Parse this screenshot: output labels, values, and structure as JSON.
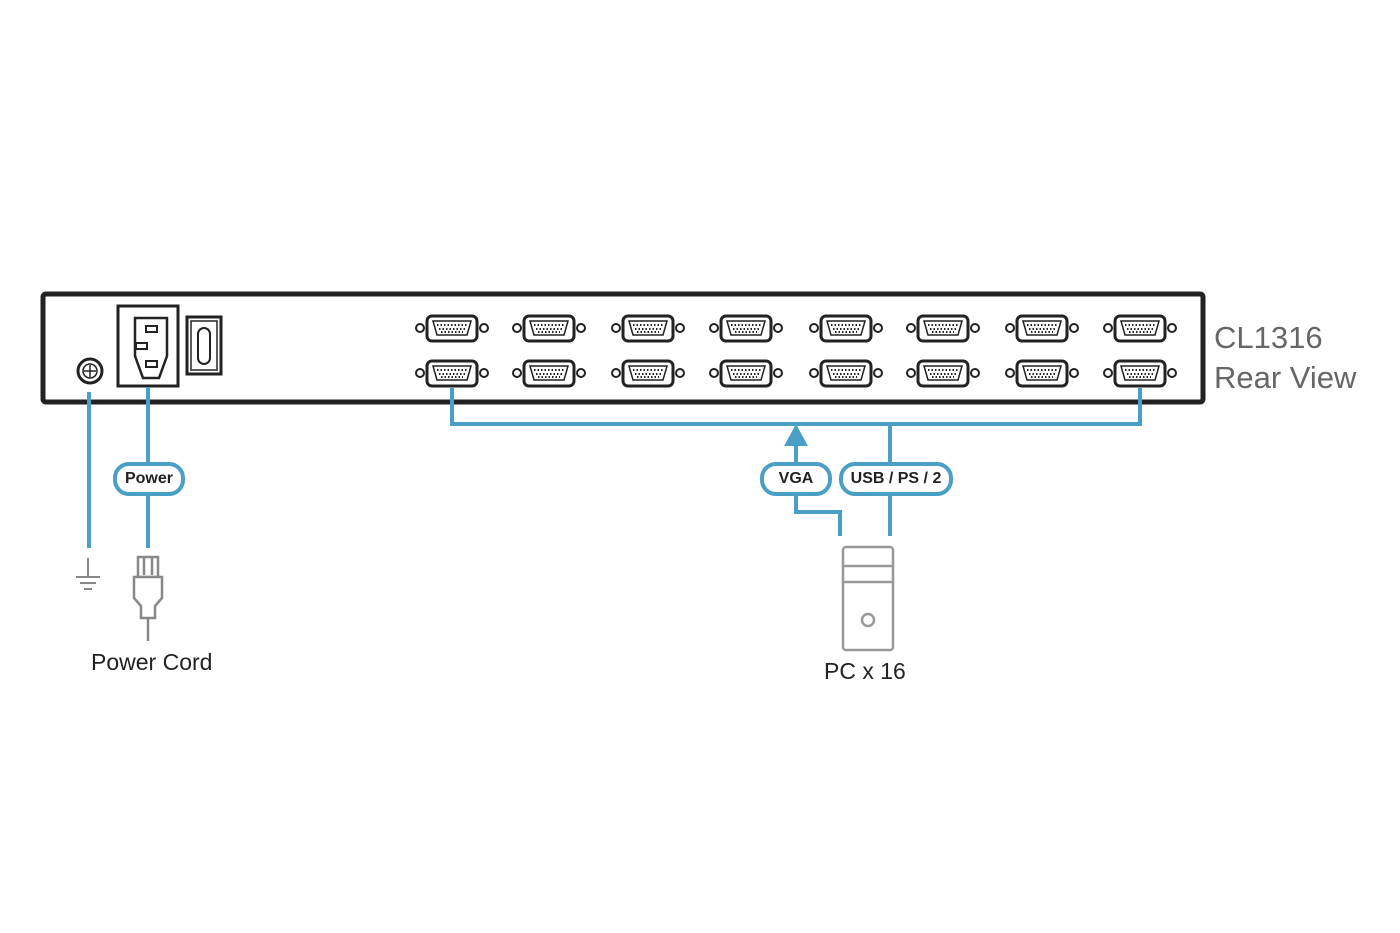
{
  "title": {
    "model": "CL1316",
    "view": "Rear View"
  },
  "labels": {
    "power": "Power",
    "vga": "VGA",
    "usb_ps2": "USB / PS / 2",
    "power_cord": "Power Cord",
    "pc": "PC x 16"
  },
  "port_count": 16,
  "colors": {
    "cable": "#4a9fc4",
    "device": "#222222",
    "pc": "#999999"
  }
}
